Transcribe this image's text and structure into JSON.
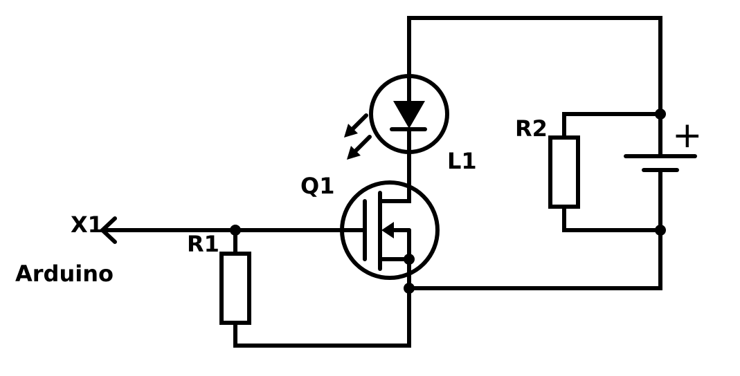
{
  "labels": {
    "connector": "X1",
    "connector_caption": "Arduino",
    "resistor_1": "R1",
    "resistor_2": "R2",
    "transistor": "Q1",
    "led": "L1",
    "battery_plus": "+"
  },
  "colors": {
    "ink": "#000000",
    "background": "#ffffff"
  }
}
